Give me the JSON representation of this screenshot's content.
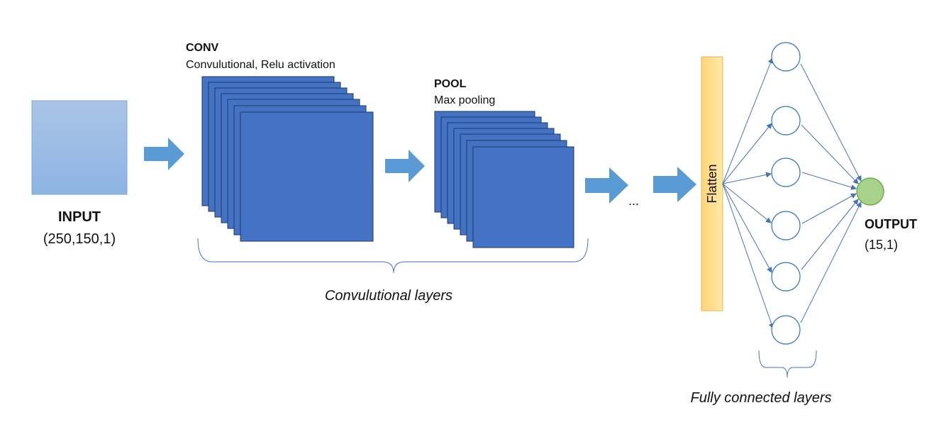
{
  "input": {
    "title": "INPUT",
    "shape": "(250,150,1)"
  },
  "conv": {
    "title": "CONV",
    "subtitle": "Convulutional, Relu activation"
  },
  "pool": {
    "title": "POOL",
    "subtitle": "Max pooling"
  },
  "ellipsis": "...",
  "conv_group_label": "Convulutional layers",
  "flatten_label": "Flatten",
  "fc_group_label": "Fully connected layers",
  "output": {
    "title": "OUTPUT",
    "shape": "(15,1)"
  },
  "colors": {
    "feature_map_fill": "#4472c4",
    "feature_map_stroke": "#1f3864",
    "arrow_fill": "#5b9bd5",
    "input_fill_top": "#a9c4e6",
    "input_fill_bottom": "#8eb4e3",
    "flatten_fill_left": "#ffd47a",
    "flatten_fill_right": "#ffe9a8",
    "flatten_stroke": "#e4b65a",
    "node_stroke": "#2e75b6",
    "output_fill": "#a9d18e",
    "output_stroke": "#70ad47",
    "connector_stroke": "#4a72b8",
    "brace_stroke": "#4472c4"
  }
}
